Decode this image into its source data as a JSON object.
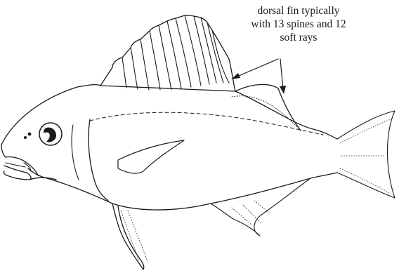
{
  "annotation": {
    "lines": [
      "dorsal fin typically",
      "with 13 spines and 12",
      "soft rays"
    ]
  },
  "figure": {
    "subject": "fish-line-drawing",
    "line_color": "#1a1a1a",
    "background": "#ffffff"
  }
}
